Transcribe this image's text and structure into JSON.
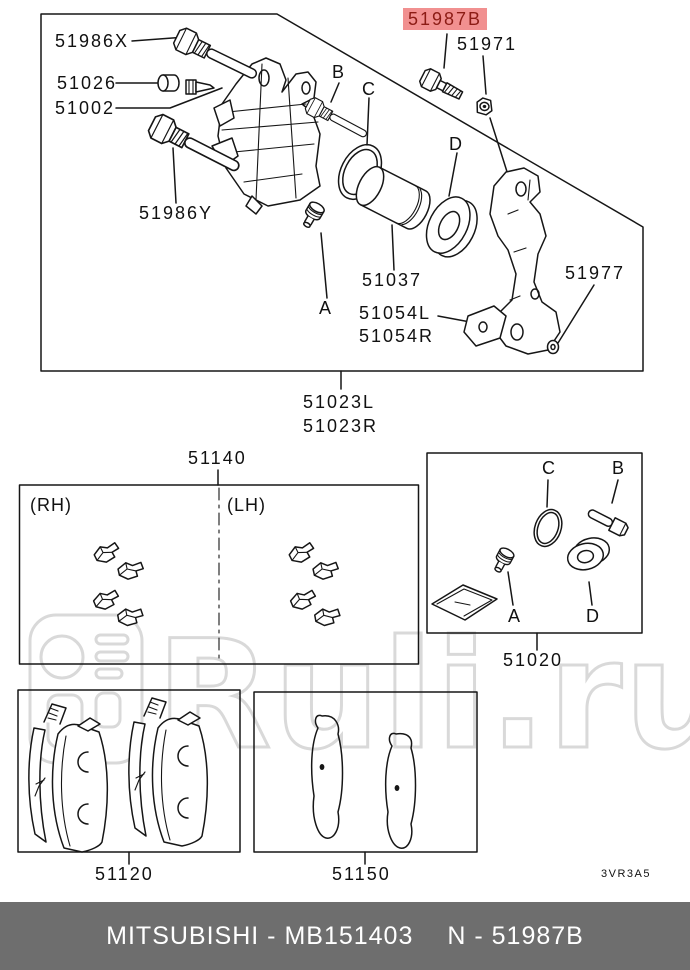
{
  "page_code": "3VR3A5",
  "watermark": {
    "text": "Ruli.ru"
  },
  "footer": {
    "left": "MITSUBISHI - MB151403",
    "right": "N - 51987B"
  },
  "colors": {
    "highlight_bg": "#f19090",
    "highlight_text": "#8c1c15",
    "footer_bg": "#6e6e6e",
    "watermark": "#d9d9d9",
    "line": "#161616"
  },
  "main_assembly": {
    "labels": {
      "guide_pin_upper": "51986X",
      "bushing": "51026",
      "caliper_body": "51002",
      "guide_pin_lower": "51986Y",
      "bolt_highlighted": "51987B",
      "nut": "51971",
      "piston": "51037",
      "support_lh": "51054L",
      "support_rh": "51054R",
      "cap": "51977",
      "caliper_assy_lh": "51023L",
      "caliper_assy_rh": "51023R"
    },
    "ref": {
      "a": "A",
      "b": "B",
      "c": "C",
      "d": "D"
    }
  },
  "clip_kit": {
    "part_no": "51140",
    "rh": "(RH)",
    "lh": "(LH)"
  },
  "seal_kit": {
    "part_no": "51020",
    "ref": {
      "a": "A",
      "b": "B",
      "c": "C",
      "d": "D"
    }
  },
  "pad_kit": {
    "part_no": "51120"
  },
  "shim_kit": {
    "part_no": "51150"
  }
}
